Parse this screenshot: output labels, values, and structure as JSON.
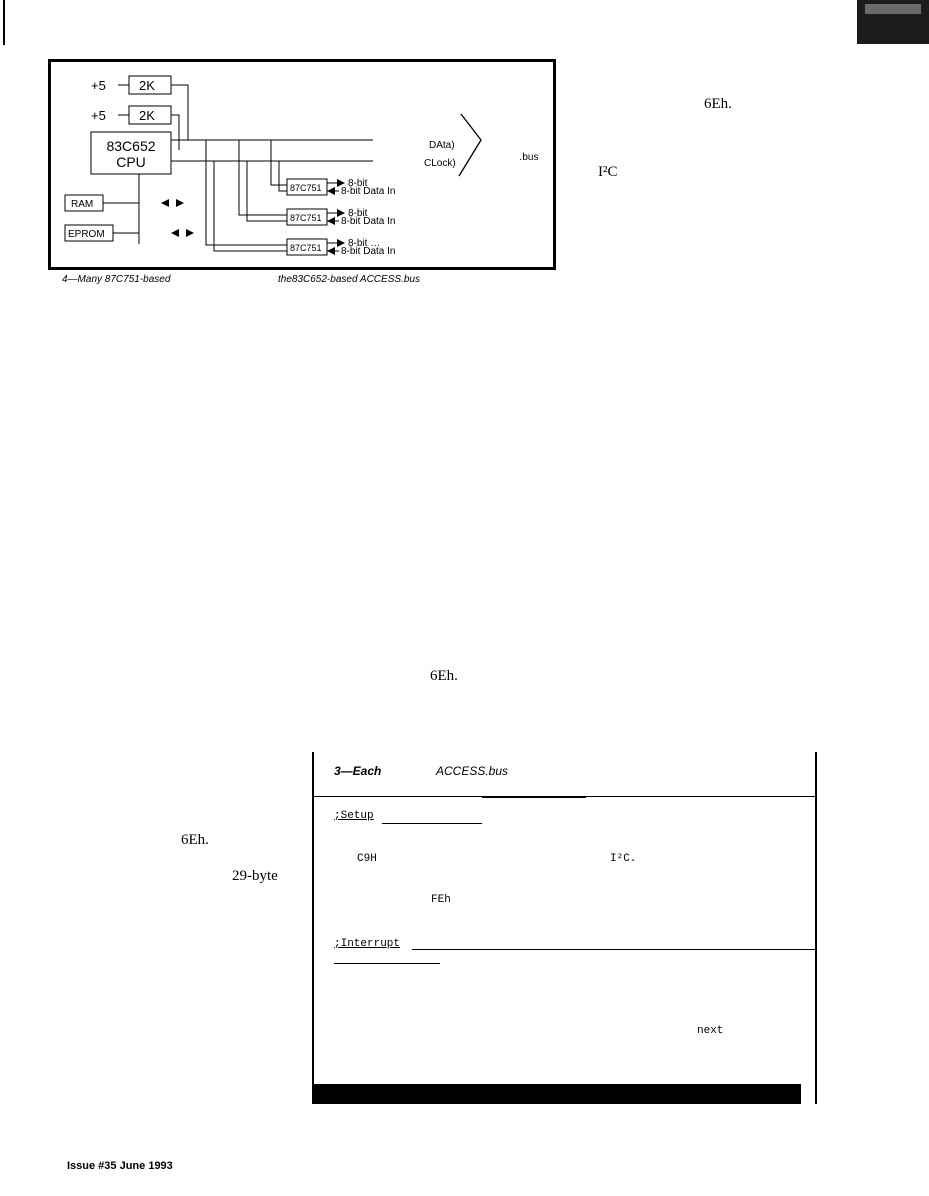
{
  "figure": {
    "supplies": [
      "+5",
      "+5"
    ],
    "resistors": [
      "2K",
      "2K"
    ],
    "cpu": [
      "83C652",
      "CPU"
    ],
    "memory": [
      "RAM",
      "EPROM"
    ],
    "slaves": [
      {
        "chip": "87C751",
        "out": "8-bit",
        "in": "8-bit Data In"
      },
      {
        "chip": "87C751",
        "out": "8-bit",
        "in": "8-bit Data In"
      },
      {
        "chip": "87C751",
        "out": "8-bit …",
        "in": "8-bit Data In"
      }
    ],
    "bus_lines": [
      "DAta)",
      "CLock)"
    ],
    "bus_name": "․bus"
  },
  "caption": {
    "part1": "4—Many 87C751-based",
    "part2": "the83C652-based ACCESS.bus"
  },
  "side_text": {
    "top_hex": "6Eh.",
    "i2c": "I²C",
    "mid_hex": "6Eh."
  },
  "left_text": {
    "hex": "6Eh.",
    "byte_count": "29-byte"
  },
  "listing": {
    "title_num": "3—Each",
    "title_name": "ACCESS.bus",
    "setup_label": ";Setup",
    "c9h": "C9H",
    "i2c": "I²C.",
    "feh": "FEh",
    "interrupt_label": ";Interrupt",
    "next": "next"
  },
  "footer": {
    "issue": "Issue #35 June 1993"
  }
}
